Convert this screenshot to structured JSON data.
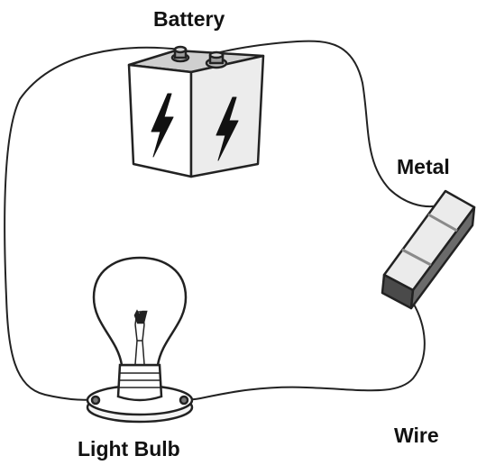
{
  "labels": {
    "battery": "Battery",
    "metal": "Metal",
    "wire": "Wire",
    "light_bulb": "Light Bulb"
  },
  "colors": {
    "line": "#222222",
    "battery_face": "#ffffff",
    "battery_side": "#e6e6e6",
    "battery_top": "#cfcfcf",
    "metal_top": "#ebebeb",
    "metal_side": "#4a4a4a",
    "metal_band": "#8a8a8a",
    "bulb_base": "#f4f4f4"
  },
  "icons": {
    "battery": "battery-icon",
    "lightning": "lightning-bolt-icon",
    "metal": "metal-bar-icon",
    "bulb": "light-bulb-icon"
  }
}
